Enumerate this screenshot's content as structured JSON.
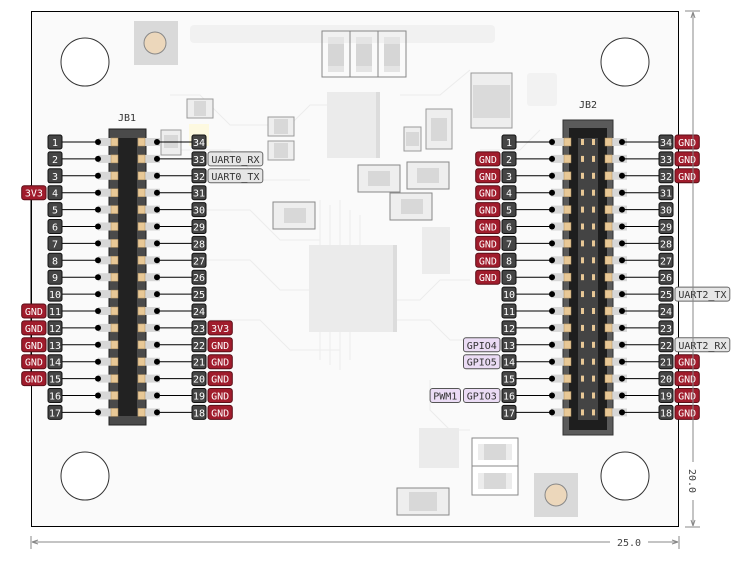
{
  "board": {
    "width_label": "25.0",
    "height_label": "20.0"
  },
  "colors": {
    "pin_number_bg": "#454545",
    "gnd_bg": "#a01c2c",
    "power_bg": "#a01c2c",
    "uart_bg": "#e6e6e6",
    "gpio_bg": "#ebdcf5",
    "pad": "#e8c896",
    "connector_body": "#2a2a2a"
  },
  "connectors": [
    {
      "name": "JB1",
      "left_pins": [
        {
          "num": "1",
          "tags": []
        },
        {
          "num": "2",
          "tags": []
        },
        {
          "num": "3",
          "tags": []
        },
        {
          "num": "4",
          "tags": [
            {
              "text": "3V3",
              "kind": "power"
            }
          ]
        },
        {
          "num": "5",
          "tags": []
        },
        {
          "num": "6",
          "tags": []
        },
        {
          "num": "7",
          "tags": []
        },
        {
          "num": "8",
          "tags": []
        },
        {
          "num": "9",
          "tags": []
        },
        {
          "num": "10",
          "tags": []
        },
        {
          "num": "11",
          "tags": [
            {
              "text": "GND",
              "kind": "gnd"
            }
          ]
        },
        {
          "num": "12",
          "tags": [
            {
              "text": "GND",
              "kind": "gnd"
            }
          ]
        },
        {
          "num": "13",
          "tags": [
            {
              "text": "GND",
              "kind": "gnd"
            }
          ]
        },
        {
          "num": "14",
          "tags": [
            {
              "text": "GND",
              "kind": "gnd"
            }
          ]
        },
        {
          "num": "15",
          "tags": [
            {
              "text": "GND",
              "kind": "gnd"
            }
          ]
        },
        {
          "num": "16",
          "tags": []
        },
        {
          "num": "17",
          "tags": []
        }
      ],
      "right_pins": [
        {
          "num": "34",
          "tags": []
        },
        {
          "num": "33",
          "tags": [
            {
              "text": "UART0_RX",
              "kind": "uart"
            }
          ]
        },
        {
          "num": "32",
          "tags": [
            {
              "text": "UART0_TX",
              "kind": "uart"
            }
          ]
        },
        {
          "num": "31",
          "tags": []
        },
        {
          "num": "30",
          "tags": []
        },
        {
          "num": "29",
          "tags": []
        },
        {
          "num": "28",
          "tags": []
        },
        {
          "num": "27",
          "tags": []
        },
        {
          "num": "26",
          "tags": []
        },
        {
          "num": "25",
          "tags": []
        },
        {
          "num": "24",
          "tags": []
        },
        {
          "num": "23",
          "tags": [
            {
              "text": "3V3",
              "kind": "power"
            }
          ]
        },
        {
          "num": "22",
          "tags": [
            {
              "text": "GND",
              "kind": "gnd"
            }
          ]
        },
        {
          "num": "21",
          "tags": [
            {
              "text": "GND",
              "kind": "gnd"
            }
          ]
        },
        {
          "num": "20",
          "tags": [
            {
              "text": "GND",
              "kind": "gnd"
            }
          ]
        },
        {
          "num": "19",
          "tags": [
            {
              "text": "GND",
              "kind": "gnd"
            }
          ]
        },
        {
          "num": "18",
          "tags": [
            {
              "text": "GND",
              "kind": "gnd"
            }
          ]
        }
      ]
    },
    {
      "name": "JB2",
      "left_pins": [
        {
          "num": "1",
          "tags": []
        },
        {
          "num": "2",
          "tags": [
            {
              "text": "GND",
              "kind": "gnd"
            }
          ]
        },
        {
          "num": "3",
          "tags": [
            {
              "text": "GND",
              "kind": "gnd"
            }
          ]
        },
        {
          "num": "4",
          "tags": [
            {
              "text": "GND",
              "kind": "gnd"
            }
          ]
        },
        {
          "num": "5",
          "tags": [
            {
              "text": "GND",
              "kind": "gnd"
            }
          ]
        },
        {
          "num": "6",
          "tags": [
            {
              "text": "GND",
              "kind": "gnd"
            }
          ]
        },
        {
          "num": "7",
          "tags": [
            {
              "text": "GND",
              "kind": "gnd"
            }
          ]
        },
        {
          "num": "8",
          "tags": [
            {
              "text": "GND",
              "kind": "gnd"
            }
          ]
        },
        {
          "num": "9",
          "tags": [
            {
              "text": "GND",
              "kind": "gnd"
            }
          ]
        },
        {
          "num": "10",
          "tags": []
        },
        {
          "num": "11",
          "tags": []
        },
        {
          "num": "12",
          "tags": []
        },
        {
          "num": "13",
          "tags": [
            {
              "text": "GPIO4",
              "kind": "gpio"
            }
          ]
        },
        {
          "num": "14",
          "tags": [
            {
              "text": "GPIO5",
              "kind": "gpio"
            }
          ]
        },
        {
          "num": "15",
          "tags": []
        },
        {
          "num": "16",
          "tags": [
            {
              "text": "GPIO3",
              "kind": "gpio"
            },
            {
              "text": "PWM1",
              "kind": "gpio"
            }
          ]
        },
        {
          "num": "17",
          "tags": []
        }
      ],
      "right_pins": [
        {
          "num": "34",
          "tags": [
            {
              "text": "GND",
              "kind": "gnd"
            }
          ]
        },
        {
          "num": "33",
          "tags": [
            {
              "text": "GND",
              "kind": "gnd"
            }
          ]
        },
        {
          "num": "32",
          "tags": [
            {
              "text": "GND",
              "kind": "gnd"
            }
          ]
        },
        {
          "num": "31",
          "tags": []
        },
        {
          "num": "30",
          "tags": []
        },
        {
          "num": "29",
          "tags": []
        },
        {
          "num": "28",
          "tags": []
        },
        {
          "num": "27",
          "tags": []
        },
        {
          "num": "26",
          "tags": []
        },
        {
          "num": "25",
          "tags": [
            {
              "text": "UART2_TX",
              "kind": "uart"
            }
          ]
        },
        {
          "num": "24",
          "tags": []
        },
        {
          "num": "23",
          "tags": []
        },
        {
          "num": "22",
          "tags": [
            {
              "text": "UART2_RX",
              "kind": "uart"
            }
          ]
        },
        {
          "num": "21",
          "tags": [
            {
              "text": "GND",
              "kind": "gnd"
            }
          ]
        },
        {
          "num": "20",
          "tags": [
            {
              "text": "GND",
              "kind": "gnd"
            }
          ]
        },
        {
          "num": "19",
          "tags": [
            {
              "text": "GND",
              "kind": "gnd"
            }
          ]
        },
        {
          "num": "18",
          "tags": [
            {
              "text": "GND",
              "kind": "gnd"
            }
          ]
        }
      ]
    }
  ]
}
